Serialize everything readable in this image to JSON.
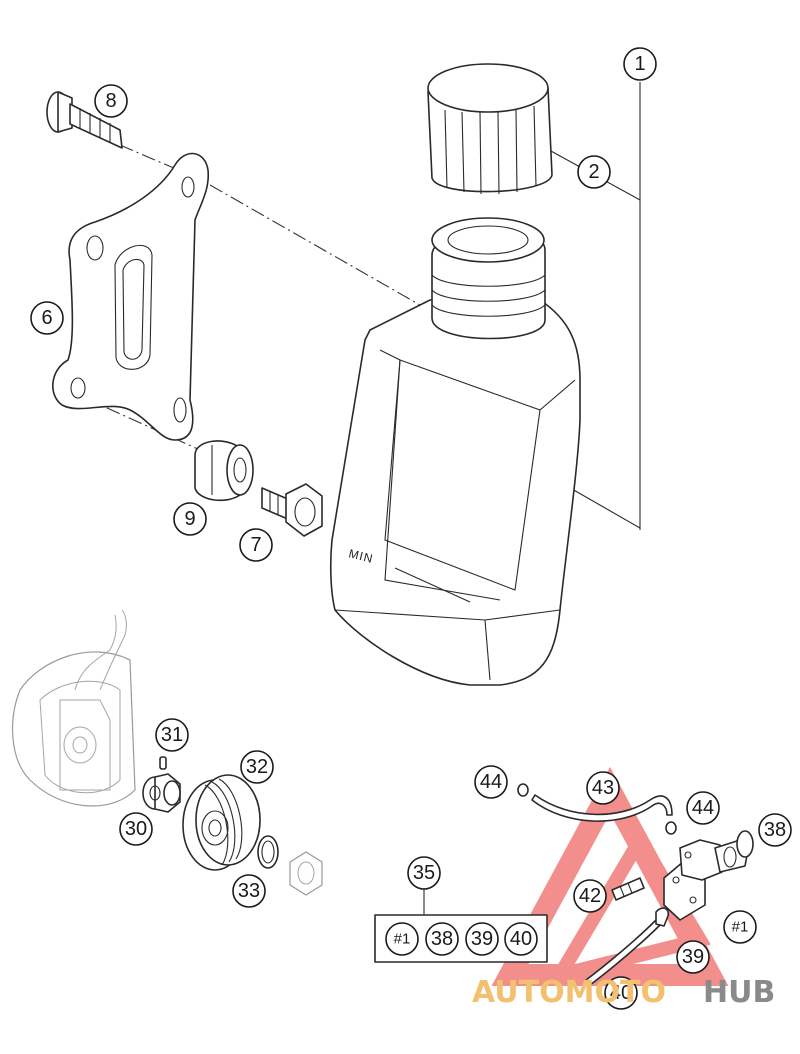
{
  "callouts": {
    "c1": "1",
    "c2": "2",
    "c6": "6",
    "c7": "7",
    "c8": "8",
    "c9": "9",
    "c30": "30",
    "c31": "31",
    "c32": "32",
    "c33": "33",
    "c35": "35",
    "c38": "38",
    "c39": "39",
    "c40": "40",
    "c42": "42",
    "c43": "43",
    "c44a": "44",
    "c44b": "44",
    "c_h1": "#1",
    "kit_h1": "#1",
    "kit_38": "38",
    "kit_39": "39",
    "kit_40": "40"
  },
  "tank_label": "MIN",
  "watermark": {
    "part1": "AUTOMOTO",
    "part2": "HUB",
    "color_accent": "#e8322d",
    "color_text1": "#f3c070",
    "color_text2": "#8a8a8a"
  }
}
